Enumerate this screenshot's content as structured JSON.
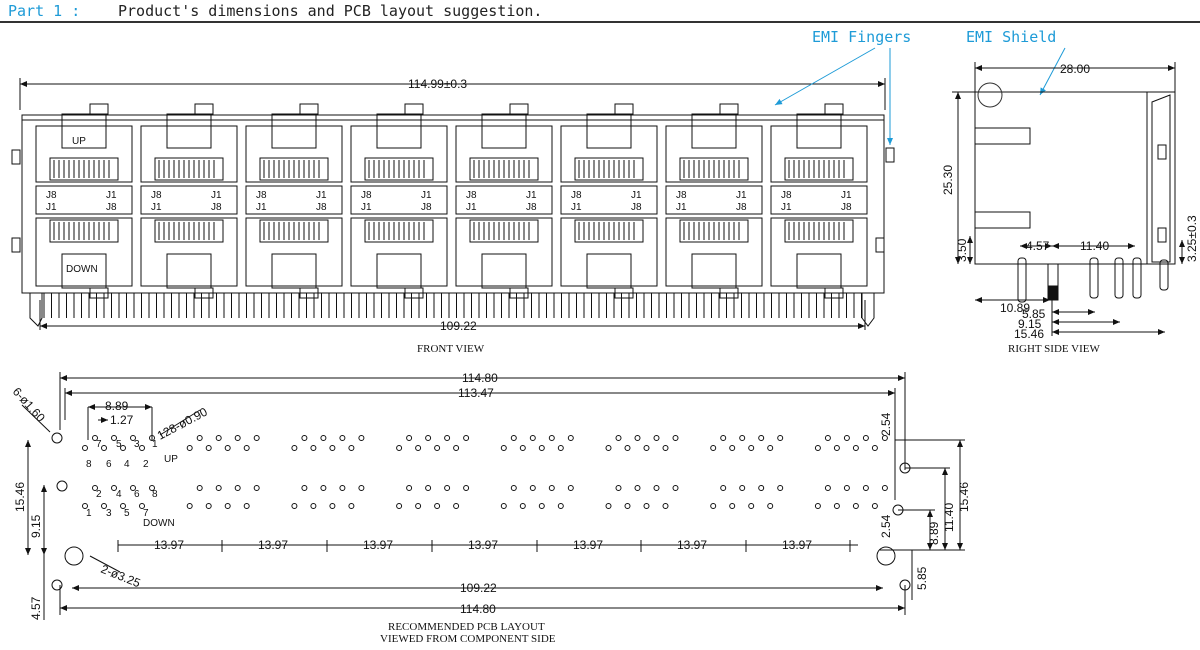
{
  "header": {
    "part": "Part 1 :",
    "title": "Product's dimensions and PCB layout suggestion."
  },
  "callouts": {
    "emi_fingers": "EMI Fingers",
    "emi_shield": "EMI Shield"
  },
  "front_view": {
    "caption": "FRONT VIEW",
    "width_dim": "114.99±0.3",
    "bottom_dim": "109.22",
    "up_label": "UP",
    "down_label": "DOWN",
    "pin_j8": "J8",
    "pin_j1": "J1"
  },
  "side_view": {
    "caption": "RIGHT SIDE VIEW",
    "d_28": "28.00",
    "d_2530": "25.30",
    "d_350": "3.50",
    "d_457": "4.57",
    "d_1140": "11.40",
    "d_325": "3.25±0.3",
    "d_1089": "10.89",
    "d_585": "5.85",
    "d_915": "9.15",
    "d_1546": "15.46"
  },
  "pcb": {
    "caption1": "RECOMMENDED PCB LAYOUT",
    "caption2": "VIEWED FROM COMPONENT SIDE",
    "d_11480": "114.80",
    "d_11347": "113.47",
    "d_889": "8.89",
    "d_127": "1.27",
    "holes_128": "128-ø0.90",
    "holes_6": "6-ø1.60",
    "holes_2": "2-ø3.25",
    "d_254": "2.54",
    "d_1397": "13.97",
    "d_1546": "15.46",
    "d_915": "9.15",
    "d_457": "4.57",
    "d_10922": "109.22",
    "d_585": "5.85",
    "d_1140": "11.40",
    "up": "UP",
    "down": "DOWN",
    "pin_7": "7",
    "pin_5": "5",
    "pin_3": "3",
    "pin_1": "1",
    "pin_8": "8",
    "pin_6": "6",
    "pin_4": "4",
    "pin_2": "2"
  }
}
